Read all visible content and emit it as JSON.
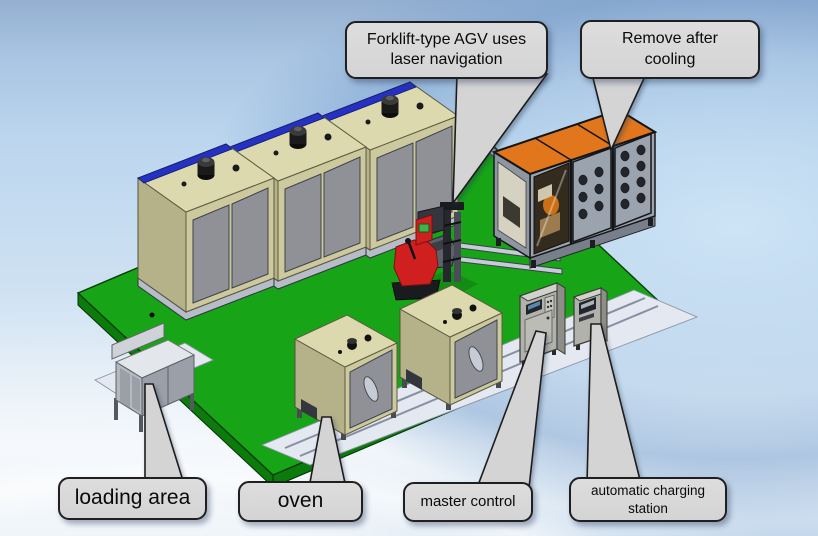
{
  "colors": {
    "sky_top": "#94afd0",
    "sky_band": "#e9f1f8",
    "sky_bottom": "#c5d9ec",
    "floor_green": "#17a517",
    "floor_edge": "#0b7c0b",
    "walkway": "#e4e8f0",
    "oven_top": "#ddd9ae",
    "oven_face": "#cdc99e",
    "oven_side": "#b5b188",
    "oven_door": "#8f9196",
    "blue_strip": "#2531c0",
    "cooling_orange": "#e2761c",
    "cooling_gray": "#9aa3ae",
    "agv_red": "#cf1f1f",
    "cabinet_gray": "#b2b2ac",
    "callout_fill": "#d4d4d4",
    "callout_border": "#1f1f1f"
  },
  "callouts": {
    "agv": {
      "lines": [
        "Forklift-type AGV uses",
        "laser navigation"
      ]
    },
    "cooling": {
      "lines": [
        "Remove after",
        "cooling"
      ]
    },
    "loading": {
      "label": "loading area"
    },
    "oven": {
      "label": "oven"
    },
    "master": {
      "label": "master control"
    },
    "charging": {
      "lines": [
        "automatic charging",
        "station"
      ]
    }
  },
  "scene": {
    "objects": [
      "factory-floor",
      "large-oven-1",
      "large-oven-2",
      "large-oven-3",
      "small-oven-1",
      "small-oven-2",
      "forklift-agv",
      "cooling-machine",
      "master-control-cabinet",
      "automatic-charging-station",
      "loading-platform"
    ]
  }
}
